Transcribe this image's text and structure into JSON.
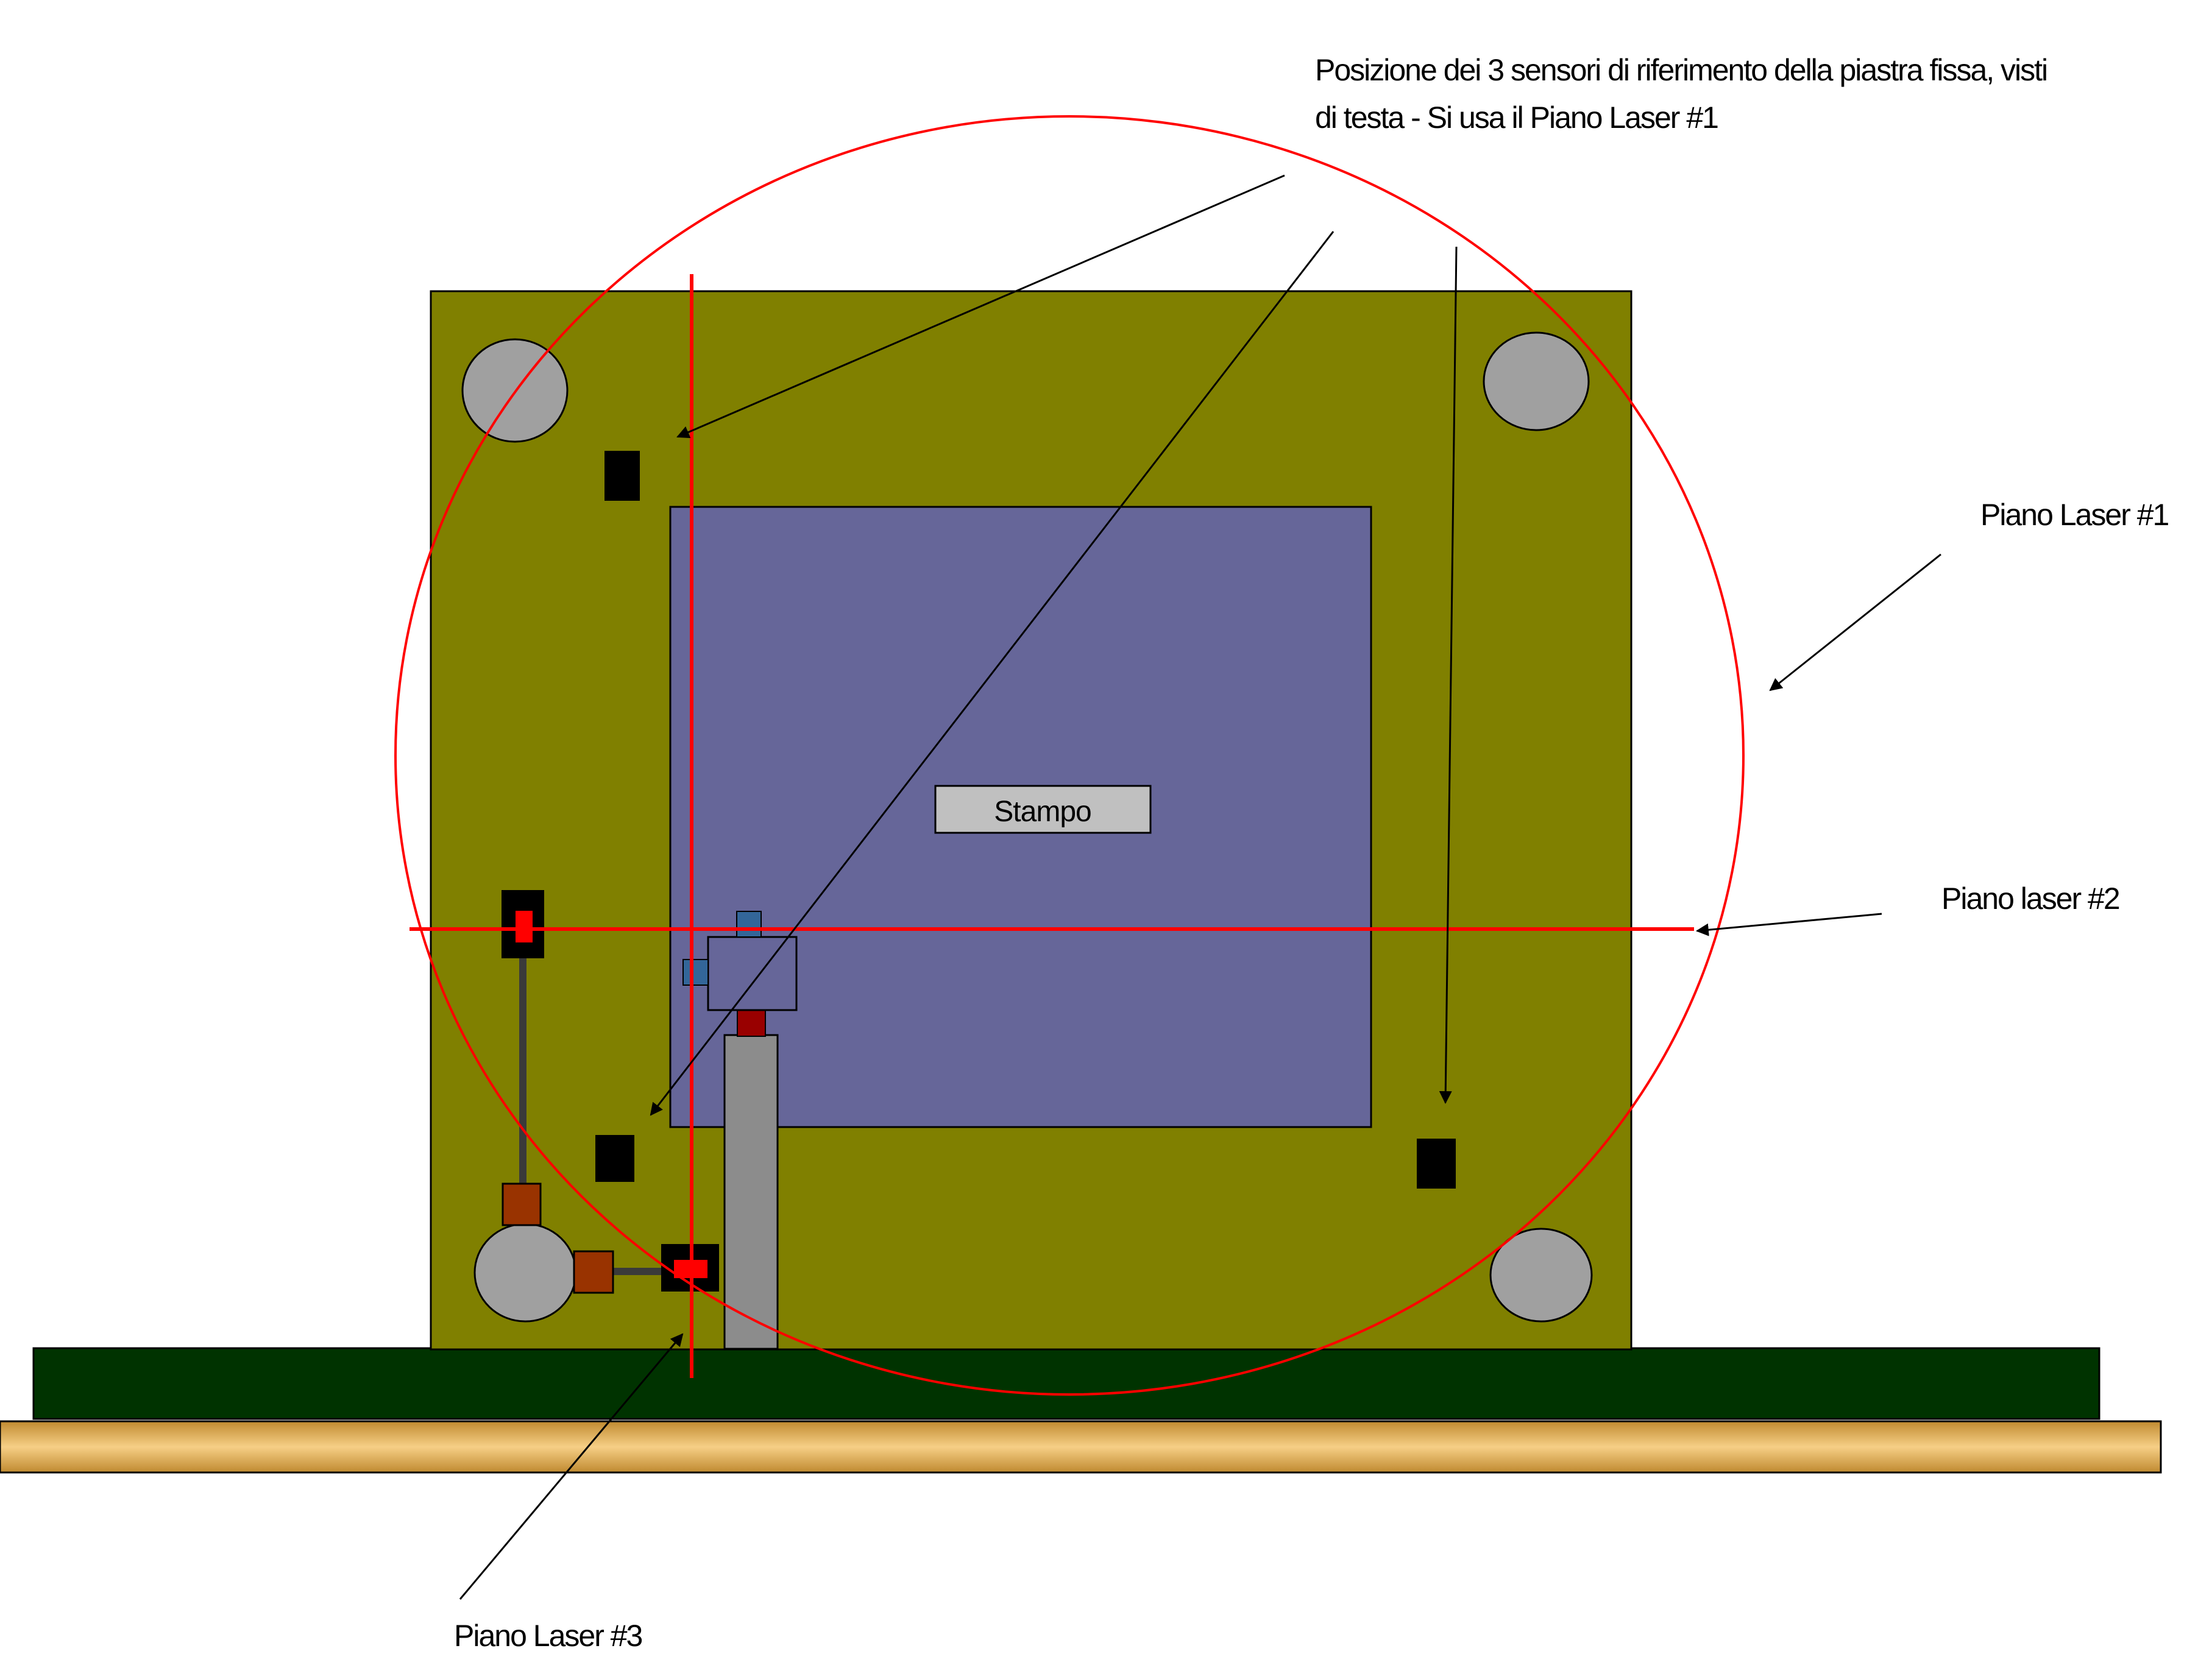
{
  "labels": {
    "sensors_line1": "Posizione dei 3 sensori di riferimento della piastra fissa, visti",
    "sensors_line2": "di testa - Si usa il Piano Laser  #1",
    "plane1": "Piano Laser #1",
    "plane2": "Piano laser  #2",
    "plane3": "Piano Laser  #3",
    "stampo": "Stampo"
  },
  "colors": {
    "plate": "#808000",
    "mold": "#666699",
    "base": "#003300",
    "rail_light": "#f6cf86",
    "rail_dark": "#c08a30",
    "laser": "#ff0000",
    "bolt": "#a0a0a0",
    "sensor": "#000000",
    "connector": "#993300",
    "column": "#8c8c8c",
    "label_box": "#c0c0c0",
    "small_blue": "#336699",
    "small_red": "#990000"
  }
}
